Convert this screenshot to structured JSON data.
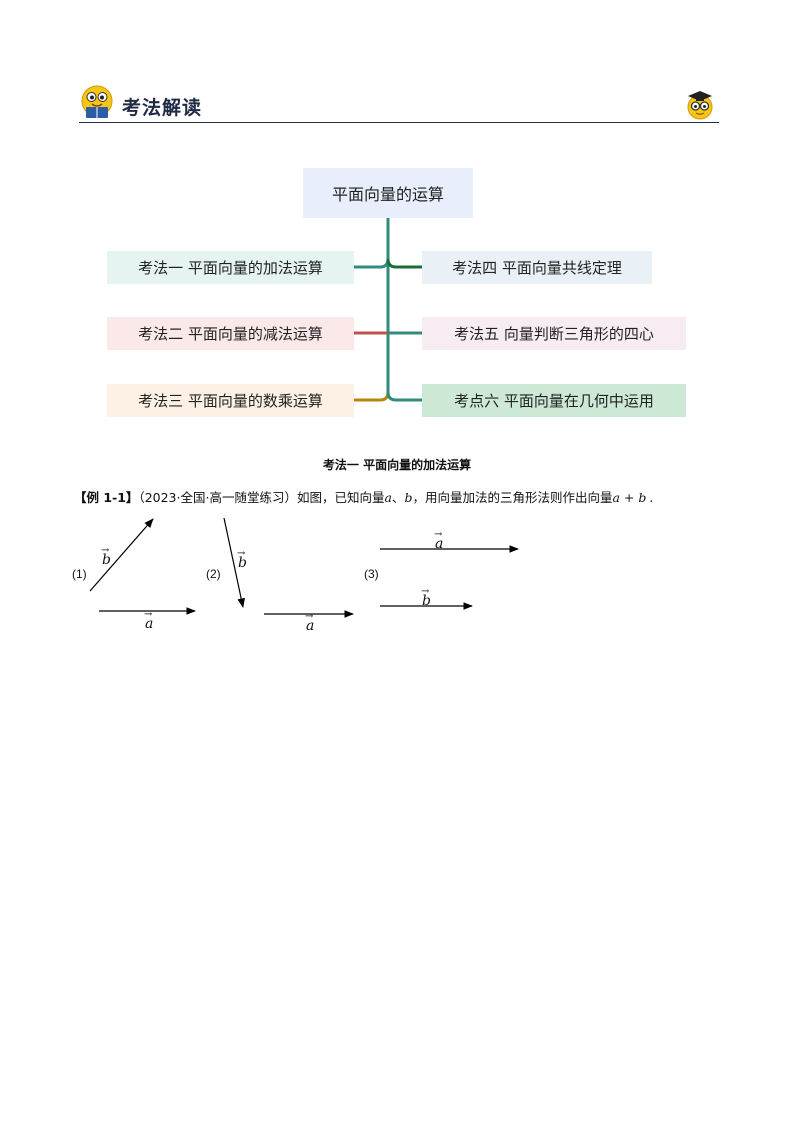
{
  "header": {
    "title": "考法解读"
  },
  "mindmap": {
    "root": "平面向量的运算",
    "left_nodes": [
      "考法一  平面向量的加法运算",
      "考法二  平面向量的减法运算",
      "考法三  平面向量的数乘运算"
    ],
    "right_nodes": [
      "考法四  平面向量共线定理",
      "考法五  向量判断三角形的四心",
      "考点六  平面向量在几何中运用"
    ],
    "colors": {
      "trunk": "#2e8b7e",
      "branch_1": "#2e8b7e",
      "branch_2": "#c0504d",
      "branch_3": "#b8860b",
      "branch_4": "#1e6b3a",
      "branch_5": "#2e8b7e",
      "branch_6": "#2e8b7e"
    }
  },
  "section": {
    "heading": "考法一  平面向量的加法运算"
  },
  "example": {
    "label": "【例 1-1】",
    "source": "（2023·全国·高一随堂练习）",
    "text_before": "如图，已知向量",
    "vec_a": "a",
    "separator": "、",
    "vec_b": "b",
    "text_middle": "，用向量加法的三角形法则作出向量",
    "sum": "a + b",
    "end": "."
  },
  "figures": {
    "labels": [
      "(1)",
      "(2)",
      "(3)"
    ],
    "vector_a": "a",
    "vector_b": "b"
  }
}
